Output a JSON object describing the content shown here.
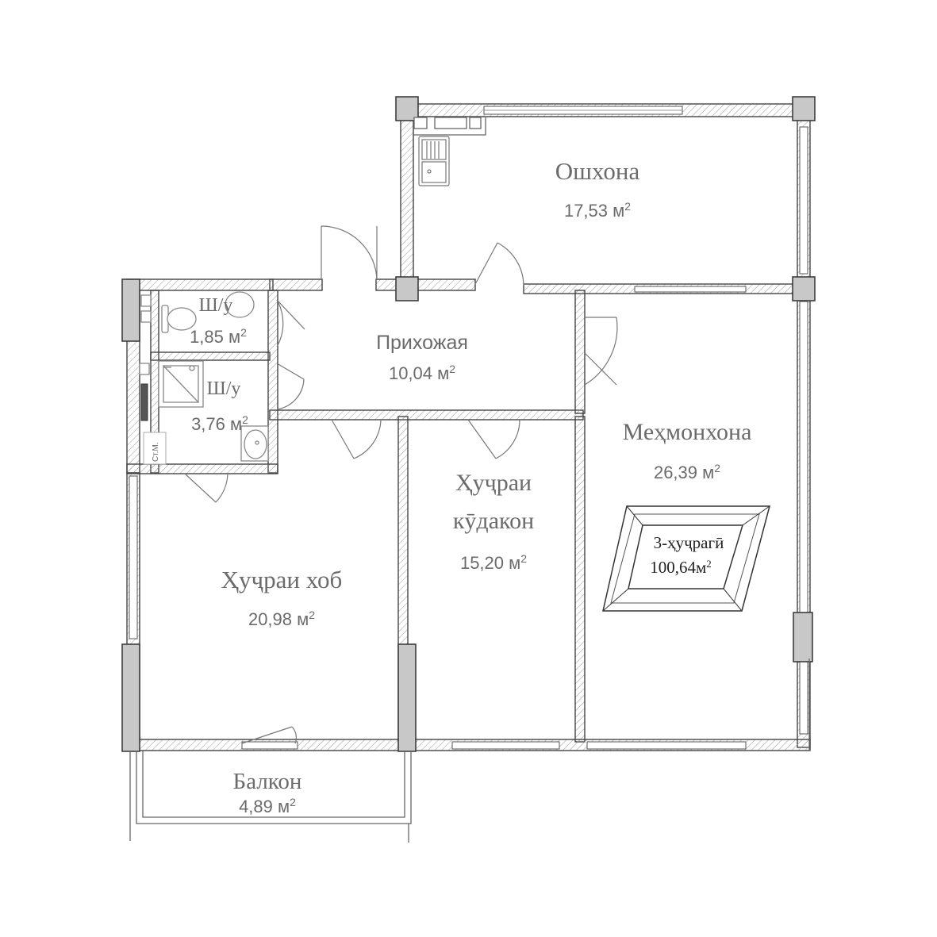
{
  "colors": {
    "wall_fill": "#ffffff",
    "wall_hatch": "#9a9a9a",
    "wall_stroke": "#444444",
    "column_fill": "#c8c8c8",
    "column_stroke": "#333333",
    "label": "#6b6b6b",
    "fixture": "#888888"
  },
  "rooms": [
    {
      "key": "kitchen",
      "name_lines": [
        "Ошхона"
      ],
      "area": "17,53 м",
      "sup": "2",
      "font": "serif"
    },
    {
      "key": "hall",
      "name_lines": [
        "Прихожая"
      ],
      "area": "10,04 м",
      "sup": "2",
      "font": "sans"
    },
    {
      "key": "wc",
      "name_lines": [
        "Ш/у"
      ],
      "area": "1,85 м",
      "sup": "2",
      "font": "serif"
    },
    {
      "key": "bath",
      "name_lines": [
        "Ш/у"
      ],
      "area": "3,76 м",
      "sup": "2",
      "font": "serif"
    },
    {
      "key": "living",
      "name_lines": [
        "Меҳмонхона"
      ],
      "area": "26,39 м",
      "sup": "2",
      "font": "serif"
    },
    {
      "key": "kids",
      "name_lines": [
        "Ҳуҷраи",
        "кӯдакон"
      ],
      "area": "15,20 м",
      "sup": "2",
      "font": "serif"
    },
    {
      "key": "bedroom",
      "name_lines": [
        "Ҳуҷраи  хоб"
      ],
      "area": "20,98 м",
      "sup": "2",
      "font": "serif"
    },
    {
      "key": "balcony",
      "name_lines": [
        "Балкон"
      ],
      "area": "4,89 м",
      "sup": "2",
      "font": "serif"
    }
  ],
  "storage_label": "Ст.М.",
  "badge": {
    "line1": "3-ҳуҷрагӣ",
    "line2": "100,64м",
    "sup": "2"
  }
}
